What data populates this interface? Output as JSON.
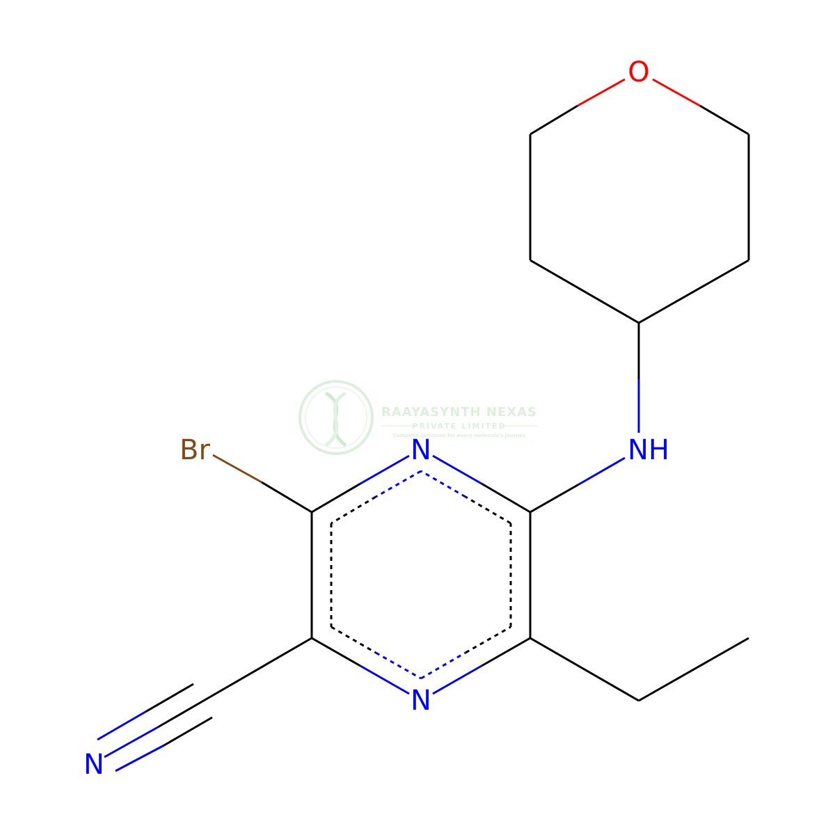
{
  "molecule": {
    "atoms": {
      "oxygen": "O",
      "amine": "NH",
      "ring_n_top": "N",
      "ring_n_bottom": "N",
      "bromine": "Br",
      "nitrile_n": "N"
    }
  },
  "watermark": {
    "company": "RAAYASYNTH NEXAS",
    "subtitle": "PRIVATE LIMITED",
    "tagline": "Complete solutions for every molecule's journey"
  },
  "colors": {
    "bond": "#000000",
    "nitrogen": "#0000ff",
    "oxygen": "#ff0000",
    "bromine": "#7f4c19",
    "watermark": "#9fd0a0"
  }
}
